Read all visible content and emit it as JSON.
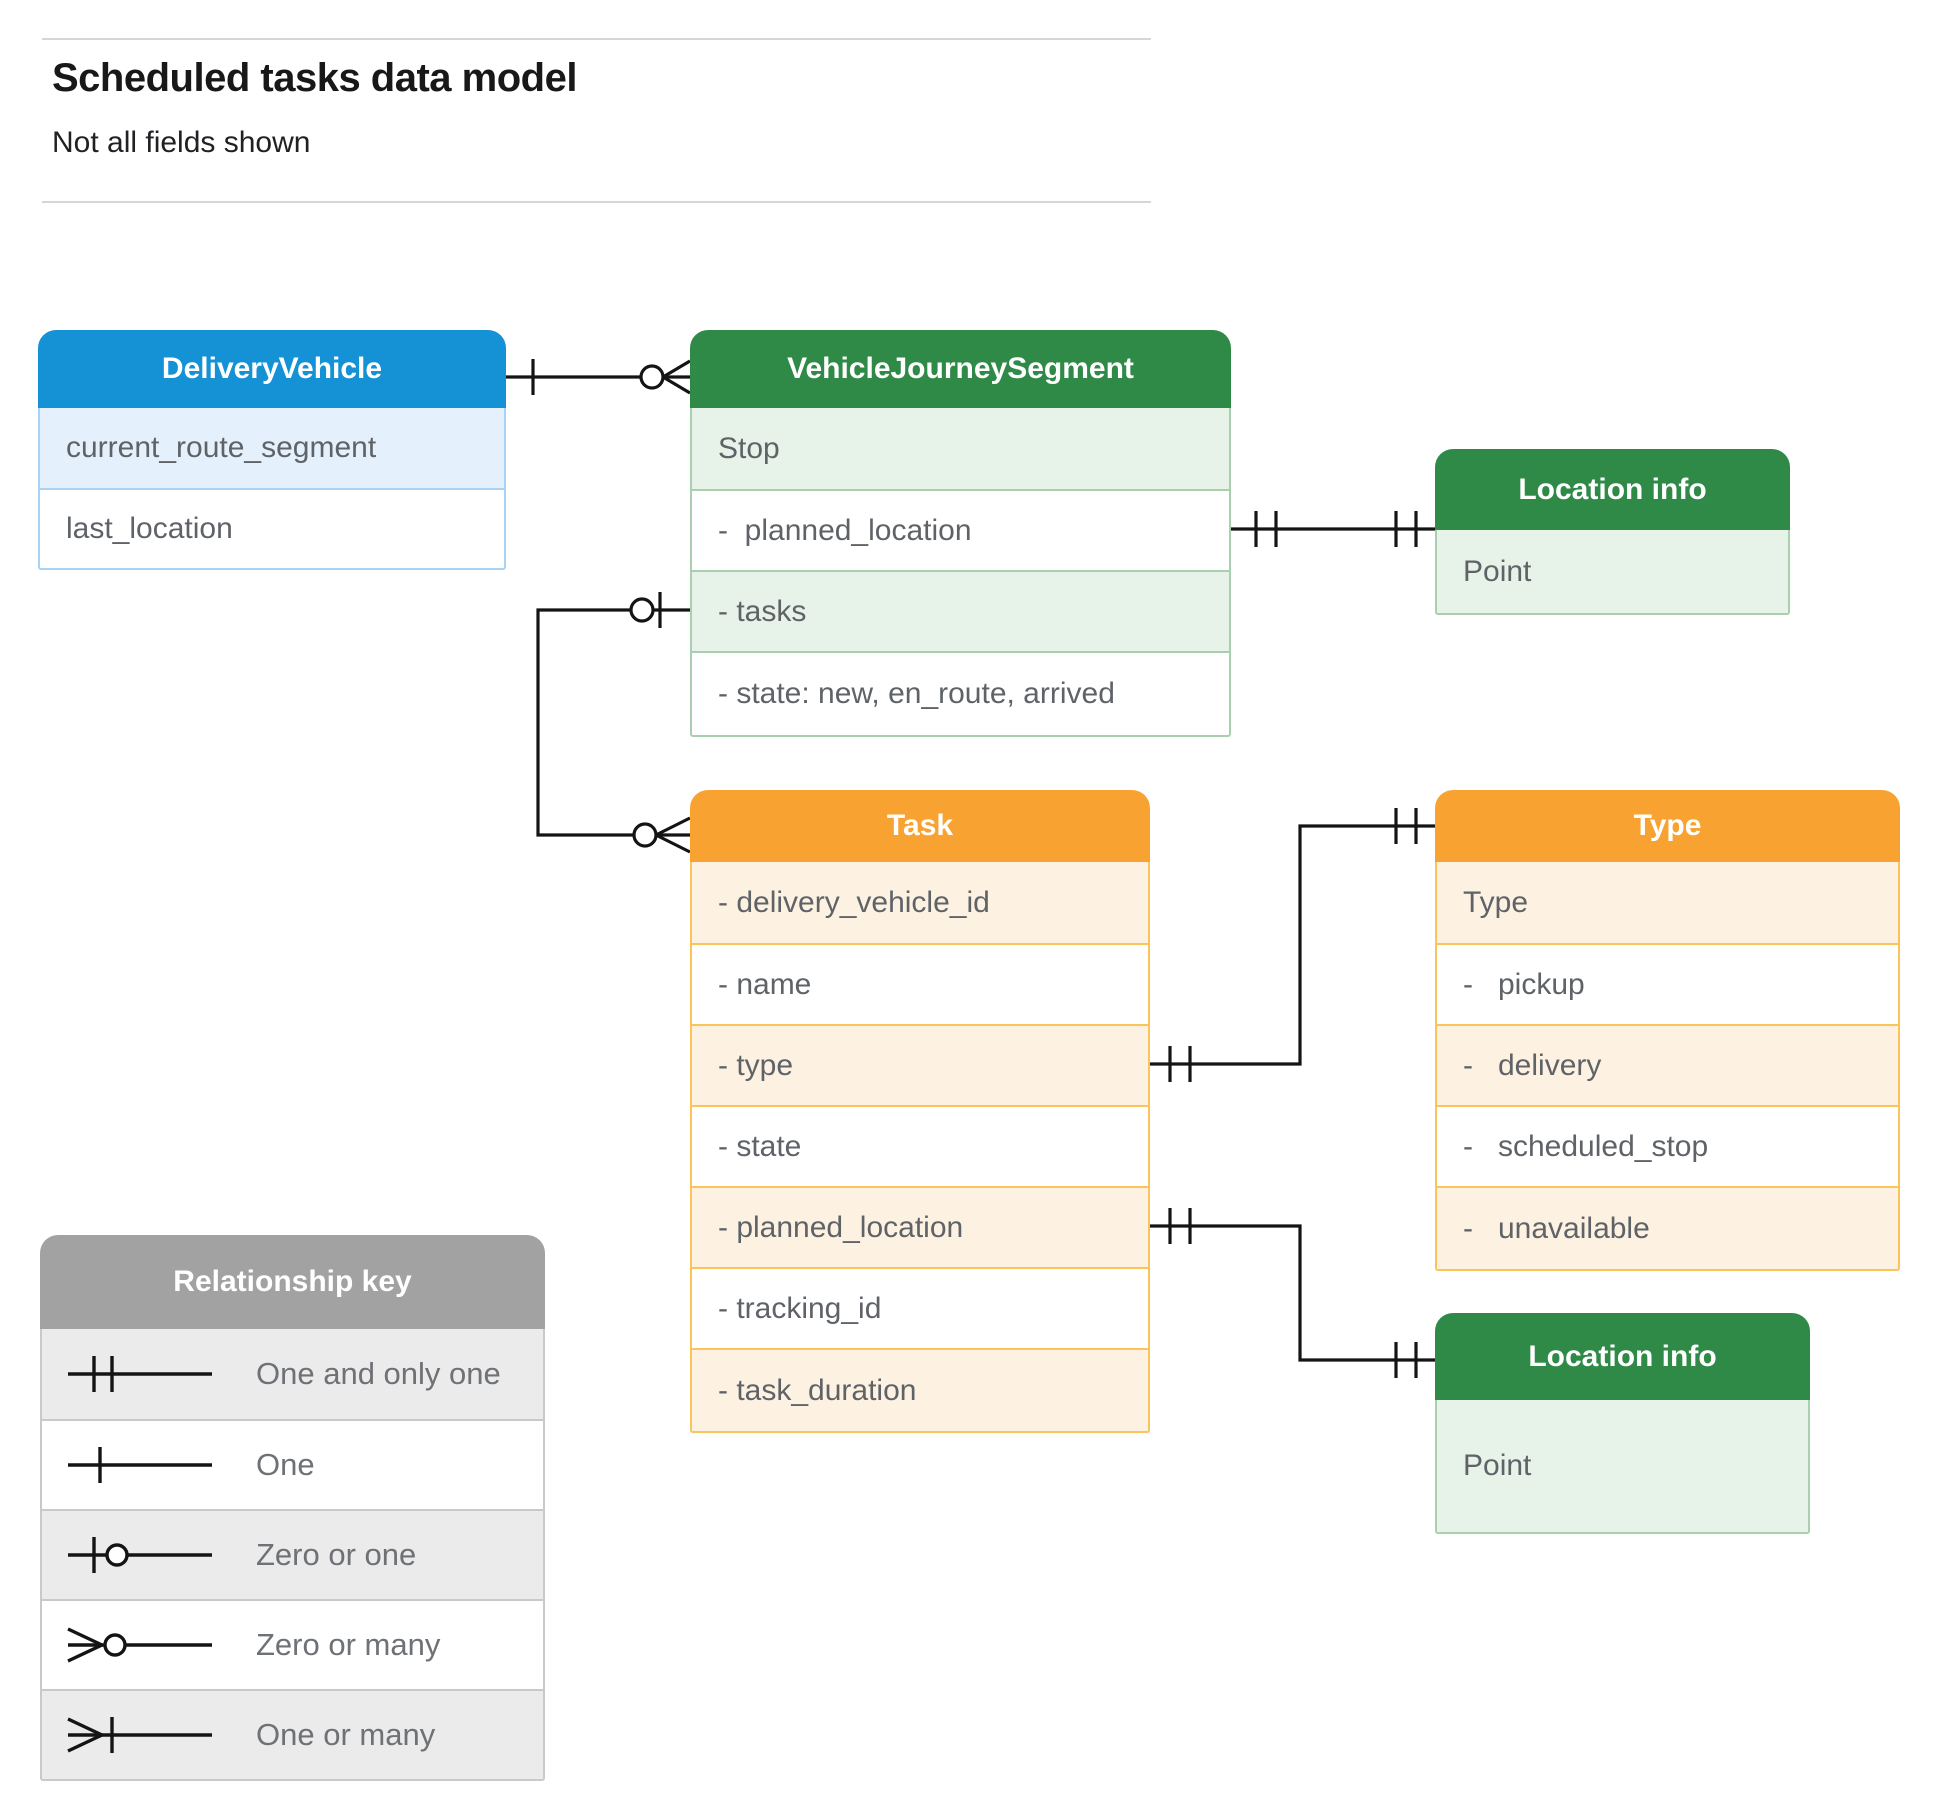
{
  "page": {
    "title": "Scheduled tasks data model",
    "subtitle": "Not all fields shown"
  },
  "entities": {
    "delivery_vehicle": {
      "title": "DeliveryVehicle",
      "rows": [
        "current_route_segment",
        "last_location"
      ]
    },
    "vehicle_journey_segment": {
      "title": "VehicleJourneySegment",
      "rows": [
        "Stop",
        "-  planned_location",
        "- tasks",
        "- state: new, en_route, arrived"
      ]
    },
    "location_info_top": {
      "title": "Location info",
      "rows": [
        "Point"
      ]
    },
    "task": {
      "title": "Task",
      "rows": [
        "- delivery_vehicle_id",
        "- name",
        "- type",
        "- state",
        "- planned_location",
        "- tracking_id",
        "- task_duration"
      ]
    },
    "type": {
      "title": "Type",
      "rows": [
        "Type",
        "-   pickup",
        "-   delivery",
        "-   scheduled_stop",
        "-   unavailable"
      ]
    },
    "location_info_bottom": {
      "title": "Location info",
      "rows": [
        "Point"
      ]
    }
  },
  "legend": {
    "title": "Relationship key",
    "items": [
      {
        "symbol": "one-and-only-one",
        "label": "One and only one"
      },
      {
        "symbol": "one",
        "label": "One"
      },
      {
        "symbol": "zero-or-one",
        "label": "Zero or one"
      },
      {
        "symbol": "zero-or-many",
        "label": "Zero or many"
      },
      {
        "symbol": "one-or-many",
        "label": "One or many"
      }
    ]
  },
  "relationships": [
    {
      "from": "DeliveryVehicle",
      "to": "VehicleJourneySegment",
      "from_cardinality": "one",
      "to_cardinality": "zero-or-many"
    },
    {
      "from": "VehicleJourneySegment.planned_location",
      "to": "Location info",
      "from_cardinality": "one-and-only-one",
      "to_cardinality": "one-and-only-one"
    },
    {
      "from": "VehicleJourneySegment.tasks",
      "to": "Task",
      "from_cardinality": "zero-or-one",
      "to_cardinality": "zero-or-many"
    },
    {
      "from": "Task.type",
      "to": "Type",
      "from_cardinality": "one-and-only-one",
      "to_cardinality": "one-and-only-one"
    },
    {
      "from": "Task.planned_location",
      "to": "Location info",
      "from_cardinality": "one-and-only-one",
      "to_cardinality": "one-and-only-one"
    }
  ],
  "palette": {
    "blue_header": "#1591d6",
    "blue_tint": "#e4f1fc",
    "green_header": "#2f8a47",
    "green_tint": "#e7f2e9",
    "orange_header": "#f8a331",
    "orange_tint": "#fdf2e1",
    "gray_header": "#a2a2a2",
    "gray_tint": "#ebebeb",
    "row_text": "#5f6368",
    "line_color": "#141414"
  }
}
